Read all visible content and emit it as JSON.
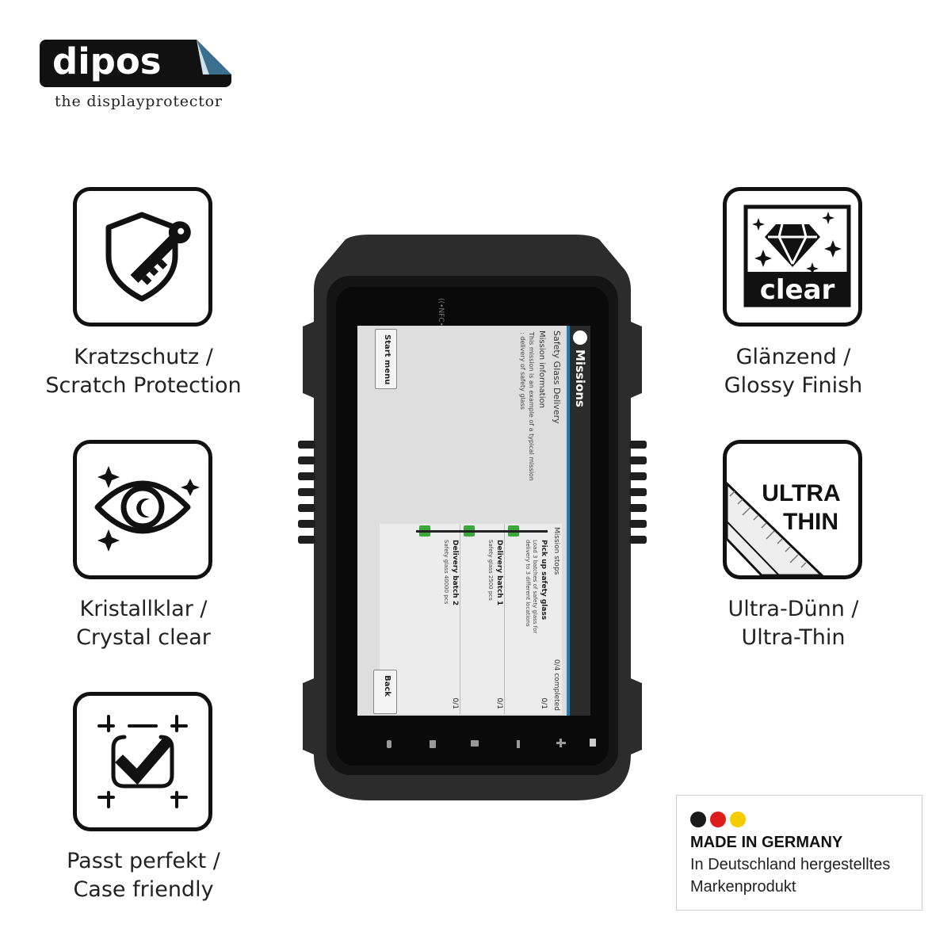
{
  "brand": {
    "name": "dipos",
    "tagline": "the displayprotector"
  },
  "features": {
    "scratch": {
      "line1": "Kratzschutz /",
      "line2": "Scratch Protection",
      "icon": "shield-key-icon"
    },
    "glossy": {
      "line1": "Glänzend /",
      "line2": "Glossy Finish",
      "icon": "diamond-clear-icon",
      "badge": "clear"
    },
    "crystal": {
      "line1": "Kristallklar /",
      "line2": "Crystal clear",
      "icon": "eye-sparkle-icon"
    },
    "thin": {
      "line1": "Ultra-Dünn /",
      "line2": "Ultra-Thin",
      "icon": "ruler-icon",
      "badge_line1": "ULTRA",
      "badge_line2": "THIN"
    },
    "fit": {
      "line1": "Passt perfekt /",
      "line2": "Case friendly",
      "icon": "frame-check-icon"
    }
  },
  "made_in": {
    "title": "MADE IN GERMANY",
    "line1": "In Deutschland hergestelltes",
    "line2": "Markenprodukt",
    "colors": [
      "#1a1a1a",
      "#dd1c1c",
      "#f5cc00"
    ]
  },
  "device_screen": {
    "app_title": "Missions",
    "mission_name": "Safety Glass Delivery",
    "info_heading": "Mission information",
    "info_text_1": "This mission is an example of a typical mission",
    "info_text_2": ": delivery of safety glass",
    "stops_heading": "Mission stops",
    "stops_progress": "0/4 completed",
    "stops": [
      {
        "title": "Pick up safety glass",
        "detail": "Load 3 batches of safety glass for",
        "detail2": "delivery to 3 different locations",
        "count": "0/1"
      },
      {
        "title": "Delivery batch 1",
        "detail": "Safety glass 2500 pcs",
        "detail2": "",
        "count": "0/1"
      },
      {
        "title": "Delivery batch 2",
        "detail": "Safety glass 40000 pcs",
        "detail2": "",
        "count": "0/1"
      }
    ],
    "start_button": "Start menu",
    "back_button": "Back",
    "nfc_label": "((•NFC•))",
    "accent": "#1f7fb5"
  }
}
